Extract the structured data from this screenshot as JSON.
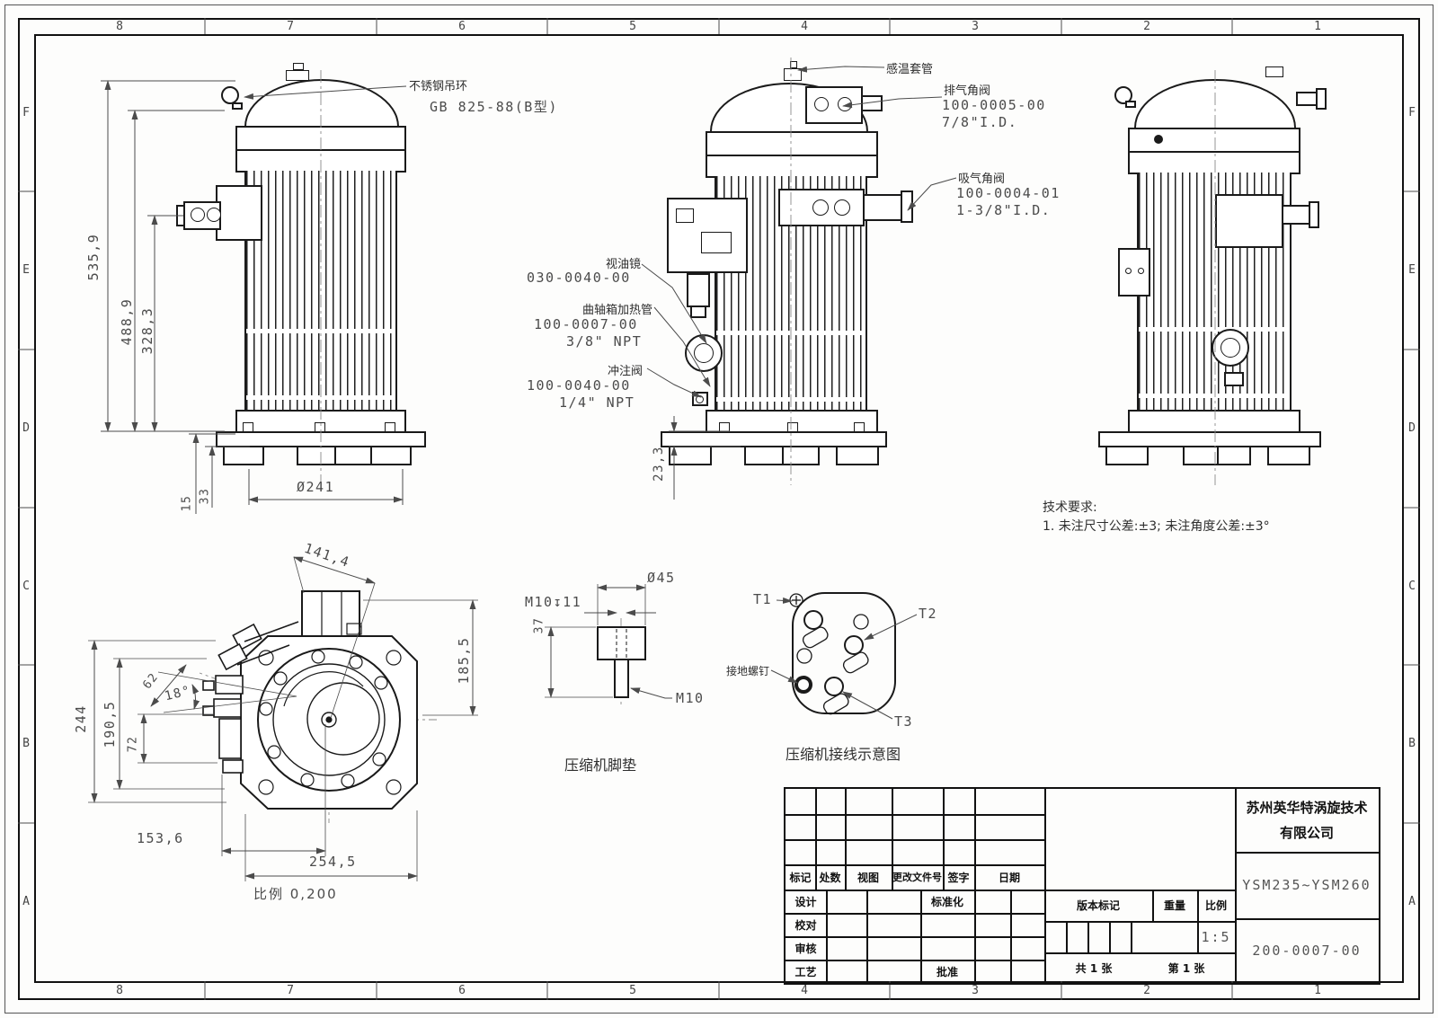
{
  "frame": {
    "cols": [
      "8",
      "7",
      "6",
      "5",
      "4",
      "3",
      "2",
      "1"
    ],
    "rows": [
      "F",
      "E",
      "D",
      "C",
      "B",
      "A"
    ]
  },
  "view_left": {
    "callout_ring_name": "不锈钢吊环",
    "callout_ring_spec": "GB 825-88(B型)",
    "dim_h1": "535,9",
    "dim_h2": "488,9",
    "dim_h3": "328,3",
    "dim_foot_top": "15",
    "dim_foot": "33",
    "dim_base_dia": "Ø241"
  },
  "view_center": {
    "callout_sensor": "感温套管",
    "discharge_name": "排气角阀",
    "discharge_part": "100-0005-00",
    "discharge_size": "7/8\"I.D.",
    "suction_name": "吸气角阀",
    "suction_part": "100-0004-01",
    "suction_size": "1-3/8\"I.D.",
    "sight_name": "视油镜",
    "sight_part": "030-0040-00",
    "heater_name": "曲轴箱加热管",
    "heater_part": "100-0007-00",
    "heater_size": "3/8\" NPT",
    "charge_name": "冲注阀",
    "charge_part": "100-0040-00",
    "charge_size": "1/4\" NPT",
    "dim_base": "23,3"
  },
  "tech_req": {
    "title": "技术要求:",
    "item1": "1.  未注尺寸公差:±3;  未注角度公差:±3°"
  },
  "view_top": {
    "dim_diag": "141,4",
    "dim_right": "185,5",
    "dim_left1": "244",
    "dim_left2": "190,5",
    "dim_left3": "72",
    "dim_valve": "62",
    "dim_angle": "18°",
    "dim_bottom1": "153,6",
    "dim_bottom2": "254,5",
    "scale_note": "比例 0,200"
  },
  "foot_pad": {
    "dim_dia": "Ø45",
    "dim_thread": "M10↧11",
    "dim_height": "37",
    "dim_stud": "M10",
    "caption": "压缩机脚垫"
  },
  "terminal": {
    "t1": "T1",
    "t2": "T2",
    "t3": "T3",
    "ground": "接地螺钉",
    "caption": "压缩机接线示意图"
  },
  "title_block": {
    "rev_headers": [
      "标记",
      "处数",
      "视图",
      "更改文件号",
      "签字",
      "日期"
    ],
    "sign_labels": [
      "设计",
      "校对",
      "审核",
      "工艺"
    ],
    "standardization": "标准化",
    "approval": "批准",
    "ver_header": "版本标记",
    "weight_header": "重量",
    "scale_header": "比例",
    "scale_value": "1:5",
    "sheet_total": "共 1 张",
    "sheet_no": "第 1 张",
    "company_line1": "苏州英华特涡旋技术",
    "company_line2": "有限公司",
    "model": "YSM235~YSM260",
    "drawing_no": "200-0007-00"
  }
}
